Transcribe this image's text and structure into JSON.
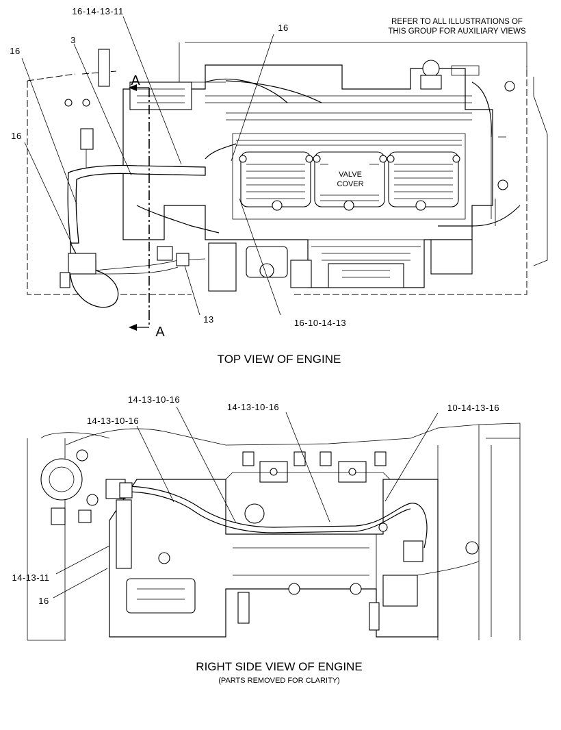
{
  "header_note": {
    "line1": "REFER TO ALL ILLUSTRATIONS OF",
    "line2": "THIS GROUP FOR AUXILIARY VIEWS"
  },
  "top_view": {
    "title": "TOP VIEW OF ENGINE",
    "component_label": {
      "line1": "VALVE",
      "line2": "COVER"
    },
    "section_marker_top": "A",
    "section_marker_bottom": "A",
    "callouts": {
      "c_16_14_13_11": "16-14-13-11",
      "c_16_upper": "16",
      "c_3": "3",
      "c_16_left_top": "16",
      "c_16_left_mid": "16",
      "c_13": "13",
      "c_16_10_14_13": "16-10-14-13"
    }
  },
  "side_view": {
    "title": "RIGHT SIDE VIEW OF ENGINE",
    "subtitle": "(PARTS REMOVED FOR CLARITY)",
    "callouts": {
      "c_14_13_10_16_a": "14-13-10-16",
      "c_14_13_10_16_b": "14-13-10-16",
      "c_14_13_10_16_c": "14-13-10-16",
      "c_10_14_13_16": "10-14-13-16",
      "c_14_13_11": "14-13-11",
      "c_16": "16"
    }
  }
}
